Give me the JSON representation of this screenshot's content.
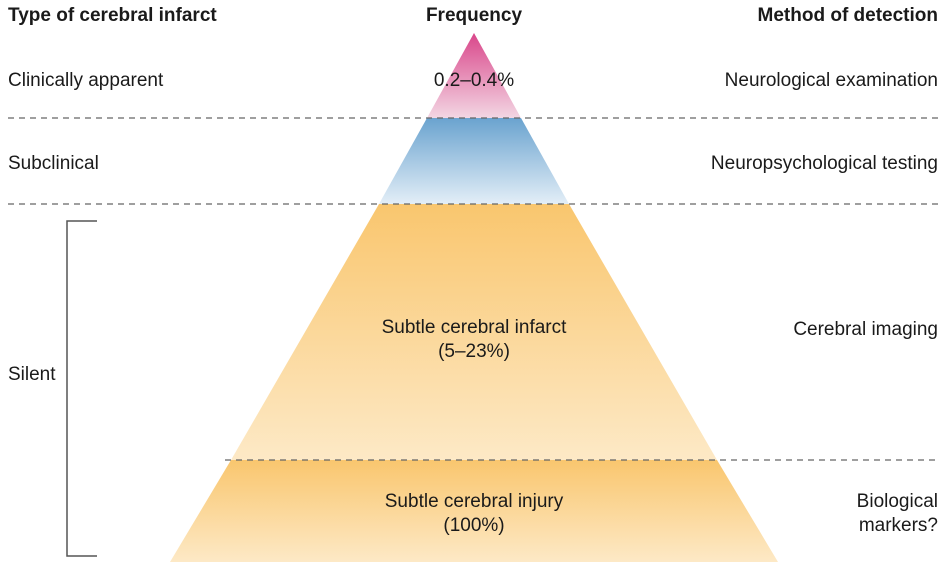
{
  "headers": {
    "type": "Type of cerebral infarct",
    "frequency": "Frequency",
    "method": "Method of detection"
  },
  "rows": [
    {
      "type": "Clinically apparent",
      "frequency": "0.2–0.4%",
      "method": "Neurological examination",
      "color_top": "#d9468a",
      "color_bottom": "#f3d6e3"
    },
    {
      "type": "Subclinical",
      "frequency": "",
      "method": "Neuropsychological testing",
      "color_top": "#6aa3cf",
      "color_bottom": "#e3eef7"
    },
    {
      "type": "Silent",
      "levels": [
        {
          "label": "Subtle cerebral infarct",
          "frequency": "(5–23%)",
          "method": "Cerebral imaging",
          "color_top": "#f9c66e",
          "color_bottom": "#fde9c6"
        },
        {
          "label": "Subtle cerebral injury",
          "frequency": "(100%)",
          "method_line1": "Biological",
          "method_line2": "markers?",
          "color_top": "#f9c66e",
          "color_bottom": "#fde9c6"
        }
      ]
    }
  ],
  "colors": {
    "dashed_line": "#666666",
    "bracket": "#555555",
    "text": "#1a1a1a"
  }
}
